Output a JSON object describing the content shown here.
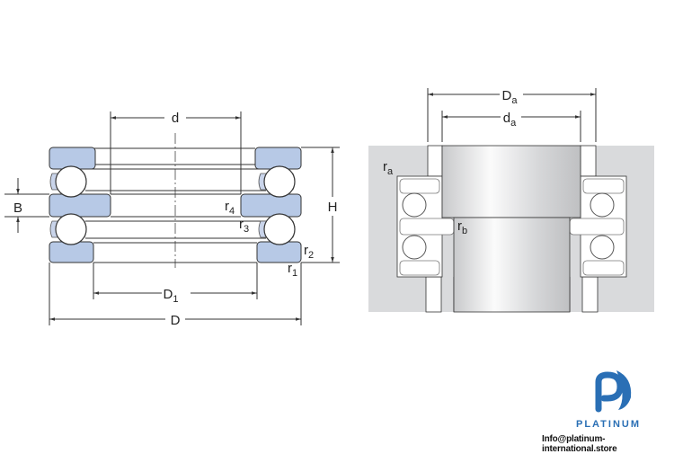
{
  "left_diagram": {
    "labels": {
      "d": "d",
      "D": "D",
      "D1": {
        "main": "D",
        "sub": "1"
      },
      "B": "B",
      "H": "H",
      "r1": {
        "main": "r",
        "sub": "1"
      },
      "r2": {
        "main": "r",
        "sub": "2"
      },
      "r3": {
        "main": "r",
        "sub": "3"
      },
      "r4": {
        "main": "r",
        "sub": "4"
      }
    }
  },
  "right_diagram": {
    "labels": {
      "Da": {
        "main": "D",
        "sub": "a"
      },
      "da": {
        "main": "d",
        "sub": "a"
      },
      "ra": {
        "main": "r",
        "sub": "a"
      },
      "rb": {
        "main": "r",
        "sub": "b"
      }
    }
  },
  "logo": {
    "brand": "PLATINUM",
    "email": "Info@platinum-international.store"
  },
  "colors": {
    "ring": "#b7c9e6",
    "housing": "#d9dadc",
    "logo_blue": "#2a6fb5"
  }
}
